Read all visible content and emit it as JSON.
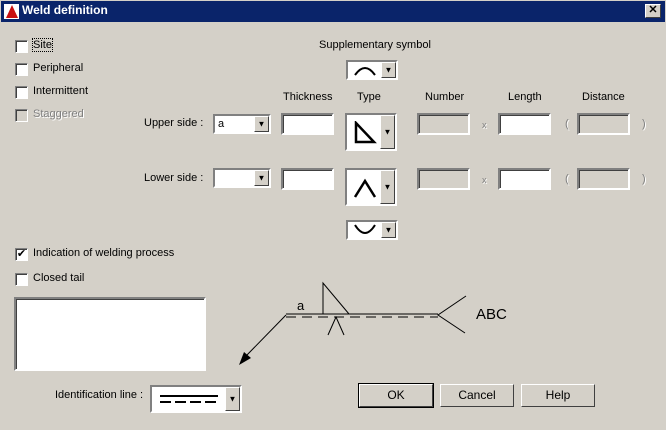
{
  "window": {
    "title": "Weld definition",
    "close": "✕"
  },
  "options": [
    {
      "label": "Site",
      "checked": false,
      "enabled": true
    },
    {
      "label": "Peripheral",
      "checked": false,
      "enabled": true
    },
    {
      "label": "Intermittent",
      "checked": false,
      "enabled": true
    },
    {
      "label": "Staggered",
      "checked": false,
      "enabled": false
    }
  ],
  "supplementary": {
    "label": "Supplementary symbol"
  },
  "headers": {
    "thickness": "Thickness",
    "type": "Type",
    "number": "Number",
    "length": "Length",
    "distance": "Distance"
  },
  "upper": {
    "label": "Upper side :",
    "value": "a",
    "x": "x",
    "open": "(",
    "close": ")"
  },
  "lower": {
    "label": "Lower side :",
    "value": "",
    "x": "x",
    "open": "(",
    "close": ")"
  },
  "indication": {
    "label": "Indication of welding process",
    "checked": true
  },
  "closed_tail": {
    "label": "Closed tail",
    "checked": false
  },
  "preview": {
    "dimension": "a",
    "tail_text": "ABC"
  },
  "identification": {
    "label": "Identification line :"
  },
  "buttons": {
    "ok": "OK",
    "cancel": "Cancel",
    "help": "Help"
  }
}
